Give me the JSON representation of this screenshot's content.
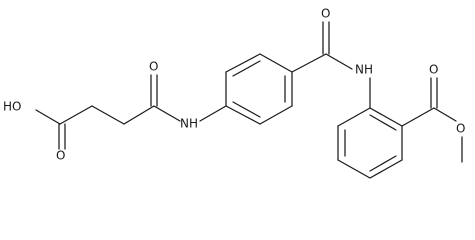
{
  "molecule": {
    "atoms": {
      "hydroxyl": "HO",
      "acid_carbonyl_o": "O",
      "amide1_o": "O",
      "amide1_n": "NH",
      "amide2_o": "O",
      "amide2_n": "NH",
      "ester_carbonyl_o": "O",
      "ester_o": "O"
    }
  }
}
